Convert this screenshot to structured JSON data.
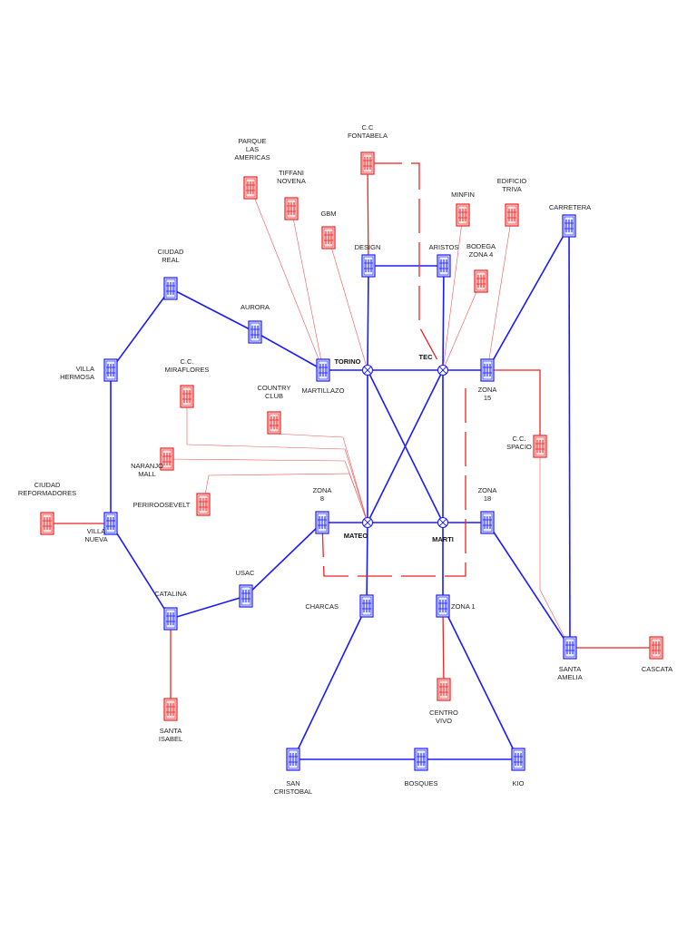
{
  "colors": {
    "blue": "#1a1aff",
    "red": "#ee2222",
    "node_blue_fill": "#e6ecff",
    "node_red_fill": "#ffdede",
    "text": "#222222"
  },
  "nodes": {
    "ciudad_real": {
      "lines": [
        "CIUDAD",
        "REAL"
      ],
      "color": "blue"
    },
    "aurora": {
      "lines": [
        "AURORA"
      ],
      "color": "blue"
    },
    "villa_hermosa": {
      "lines": [
        "VILLA",
        "HERMOSA"
      ],
      "color": "blue"
    },
    "martillazo": {
      "lines": [
        "MARTILLAZO"
      ],
      "color": "blue"
    },
    "design": {
      "lines": [
        "DESIGN"
      ],
      "color": "blue"
    },
    "aristos": {
      "lines": [
        "ARISTOS"
      ],
      "color": "blue"
    },
    "carretera": {
      "lines": [
        "CARRETERA"
      ],
      "color": "blue"
    },
    "zona15": {
      "lines": [
        "ZONA",
        "15"
      ],
      "color": "blue"
    },
    "zona8": {
      "lines": [
        "ZONA",
        "8"
      ],
      "color": "blue"
    },
    "zona18": {
      "lines": [
        "ZONA",
        "18"
      ],
      "color": "blue"
    },
    "villa_nueva": {
      "lines": [
        "VILLA",
        "NUEVA"
      ],
      "color": "blue"
    },
    "usac": {
      "lines": [
        "USAC"
      ],
      "color": "blue"
    },
    "catalina": {
      "lines": [
        "CATALINA"
      ],
      "color": "blue"
    },
    "charcas": {
      "lines": [
        "CHARCAS"
      ],
      "color": "blue"
    },
    "zona1": {
      "lines": [
        "ZONA  1"
      ],
      "color": "blue"
    },
    "santa_amelia": {
      "lines": [
        "SANTA",
        "AMELIA"
      ],
      "color": "blue"
    },
    "san_cristobal": {
      "lines": [
        "SAN",
        "CRISTOBAL"
      ],
      "color": "blue"
    },
    "bosques": {
      "lines": [
        "BOSQUES"
      ],
      "color": "blue"
    },
    "kio": {
      "lines": [
        "KIO"
      ],
      "color": "blue"
    },
    "parque_americas": {
      "lines": [
        "PARQUE",
        "LAS",
        "AMERICAS"
      ],
      "color": "red"
    },
    "tiffani": {
      "lines": [
        "TIFFANI",
        "NOVENA"
      ],
      "color": "red"
    },
    "cc_fontabela": {
      "lines": [
        "C.C",
        "FONTABELA"
      ],
      "color": "red"
    },
    "gbm": {
      "lines": [
        "GBM"
      ],
      "color": "red"
    },
    "minfin": {
      "lines": [
        "MINFIN"
      ],
      "color": "red"
    },
    "edificio_triva": {
      "lines": [
        "EDIFICIO",
        "TRIVA"
      ],
      "color": "red"
    },
    "bodega_zona4": {
      "lines": [
        "BODEGA",
        "ZONA  4"
      ],
      "color": "red"
    },
    "cc_miraflores": {
      "lines": [
        "C.C.",
        "MIRAFLORES"
      ],
      "color": "red"
    },
    "country_club": {
      "lines": [
        "COUNTRY",
        "CLUB"
      ],
      "color": "red"
    },
    "naranjo_mall": {
      "lines": [
        "NARANJO",
        "MALL"
      ],
      "color": "red"
    },
    "perirooseveltt": {
      "lines": [
        "PERIROOSEVELT"
      ],
      "color": "red"
    },
    "ciudad_reformadores": {
      "lines": [
        "CIUDAD",
        "REFORMADORES"
      ],
      "color": "red"
    },
    "cc_spacio": {
      "lines": [
        "C.C.",
        "SPACIO"
      ],
      "color": "red"
    },
    "cascata": {
      "lines": [
        "CASCATA"
      ],
      "color": "red"
    },
    "santa_isabel": {
      "lines": [
        "SANTA",
        "ISABEL"
      ],
      "color": "red"
    },
    "centro_vivo": {
      "lines": [
        "CENTRO",
        "VIVO"
      ],
      "color": "red"
    }
  },
  "switches": {
    "torino": {
      "label": "TORINO"
    },
    "tec": {
      "label": "TEC"
    },
    "mateo": {
      "label": "MATEO"
    },
    "marti": {
      "label": "MARTI"
    }
  }
}
